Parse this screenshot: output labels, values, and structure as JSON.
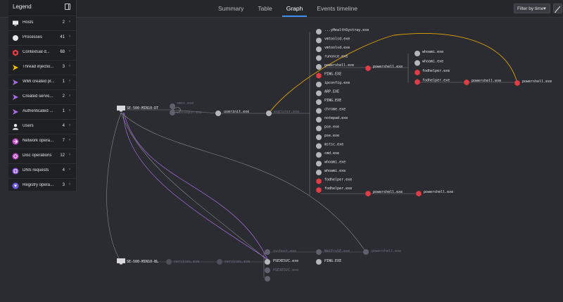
{
  "tabs": [
    {
      "label": "Summary"
    },
    {
      "label": "Table"
    },
    {
      "label": "Graph"
    },
    {
      "label": "Events timeline"
    }
  ],
  "filter": {
    "label": "Filter by time"
  },
  "legend": {
    "title": "Legend",
    "items": [
      {
        "label": "Hosts",
        "count": "2"
      },
      {
        "label": "Processes",
        "count": "41"
      },
      {
        "label": "Contextual d...",
        "count": "68"
      },
      {
        "label": "Thread injectio...",
        "count": "3"
      },
      {
        "label": "WMI created pr...",
        "count": "1"
      },
      {
        "label": "Created servic...",
        "count": "2"
      },
      {
        "label": "Authenticated ...",
        "count": "1"
      },
      {
        "label": "Users",
        "count": "4"
      },
      {
        "label": "Network opera...",
        "count": "7"
      },
      {
        "label": "Disc operations",
        "count": "12"
      },
      {
        "label": "DNS requests",
        "count": "4"
      },
      {
        "label": "Registry opera...",
        "count": "3"
      }
    ]
  },
  "graph": {
    "hosts": [
      {
        "label": "SE-500-MIN10-DT"
      },
      {
        "label": "SE-500-MIN10-BL"
      }
    ],
    "main_nodes": [
      {
        "label": "smss.exe"
      },
      {
        "label": "winlogon.exe"
      },
      {
        "label": "userinit.exe"
      },
      {
        "label": "explorer.exe"
      }
    ],
    "children": [
      {
        "label": "...yHealthSystray.exe",
        "color": "#b5b5ba"
      },
      {
        "label": "vmtoolsd.exe",
        "color": "#b5b5ba"
      },
      {
        "label": "vmtoolsd.exe",
        "color": "#b5b5ba"
      },
      {
        "label": "runonce.exe",
        "color": "#b5b5ba"
      },
      {
        "label": "powershell.exe",
        "color": "#b5b5ba"
      },
      {
        "label": "PING.EXE",
        "color": "#e23c45"
      },
      {
        "label": "ipconfig.exe",
        "color": "#b5b5ba"
      },
      {
        "label": "ARP.EXE",
        "color": "#b5b5ba"
      },
      {
        "label": "PING.EXE",
        "color": "#b5b5ba"
      },
      {
        "label": "chrome.exe",
        "color": "#b5b5ba"
      },
      {
        "label": "notepad.exe",
        "color": "#b5b5ba"
      },
      {
        "label": "pse.exe",
        "color": "#b5b5ba"
      },
      {
        "label": "pse.exe",
        "color": "#b5b5ba"
      },
      {
        "label": "mstsc.exe",
        "color": "#b5b5ba"
      },
      {
        "label": "cmd.exe",
        "color": "#b5b5ba"
      },
      {
        "label": "whoami.exe",
        "color": "#b5b5ba"
      },
      {
        "label": "whoami.exe",
        "color": "#b5b5ba"
      },
      {
        "label": "fodhelper.exe",
        "color": "#e23c45"
      },
      {
        "label": "fodhelper.exe",
        "color": "#e23c45"
      }
    ],
    "ps_chain": [
      {
        "label": "powershell.exe"
      },
      {
        "label": "powershell.exe"
      }
    ],
    "ps_sub": [
      {
        "label": "whoami.exe",
        "color": "#b5b5ba"
      },
      {
        "label": "whoami.exe",
        "color": "#b5b5ba"
      },
      {
        "label": "fodhelper.exe",
        "color": "#e23c45"
      },
      {
        "label": "fodhelper.exe",
        "color": "#e23c45"
      }
    ],
    "fod_chain": [
      {
        "label": "powershell.exe"
      },
      {
        "label": "powershell.exe"
      }
    ],
    "fod2_chain": [
      {
        "label": "powershell.exe"
      },
      {
        "label": "powershell.exe"
      }
    ],
    "bottom": [
      {
        "label": "services.exe"
      },
      {
        "label": "services.exe"
      },
      {
        "label": "svchost.exe"
      },
      {
        "label": "PSEXESVC.exe"
      },
      {
        "label": "PSEXESVC.exe"
      },
      {
        "label": "WmiPrvSE.exe"
      },
      {
        "label": "PING.EXE"
      },
      {
        "label": "powershell.exe"
      }
    ]
  }
}
